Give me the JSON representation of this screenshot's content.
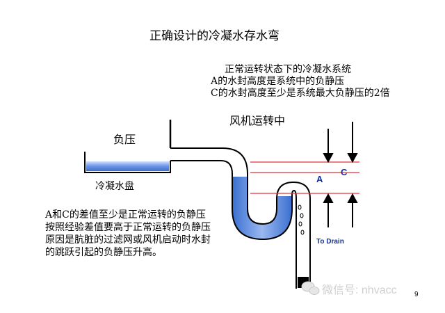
{
  "slide": {
    "title": "正确设计的冷凝水存水弯",
    "state_note": [
      "正常运转状态下的冷凝水系统",
      "A的水封高度是系统中的负静压",
      "C的水封高度至少是系统最大负静压的2倍"
    ],
    "fan_status": "风机运转中",
    "negative_pressure": "负压",
    "drain_pan": "冷凝水盘",
    "label_a": "A",
    "label_c": "C",
    "to_drain": "To Drain",
    "explanation": [
      "A和C的差值至少是正常运转的负静压",
      "按照经验差值要高于正常运转的负静压",
      "原因是肮脏的过滤网或风机启动时水封",
      "的跳跃引起的负静压升高。"
    ],
    "page_number": "9",
    "watermark": "微信号: nhvacc"
  },
  "colors": {
    "water": "#3a6fd0",
    "ref_line": "#e0303a",
    "pipe": "#000000",
    "label_blue": "#1030a0"
  },
  "icons": [
    "wechat-icon"
  ]
}
